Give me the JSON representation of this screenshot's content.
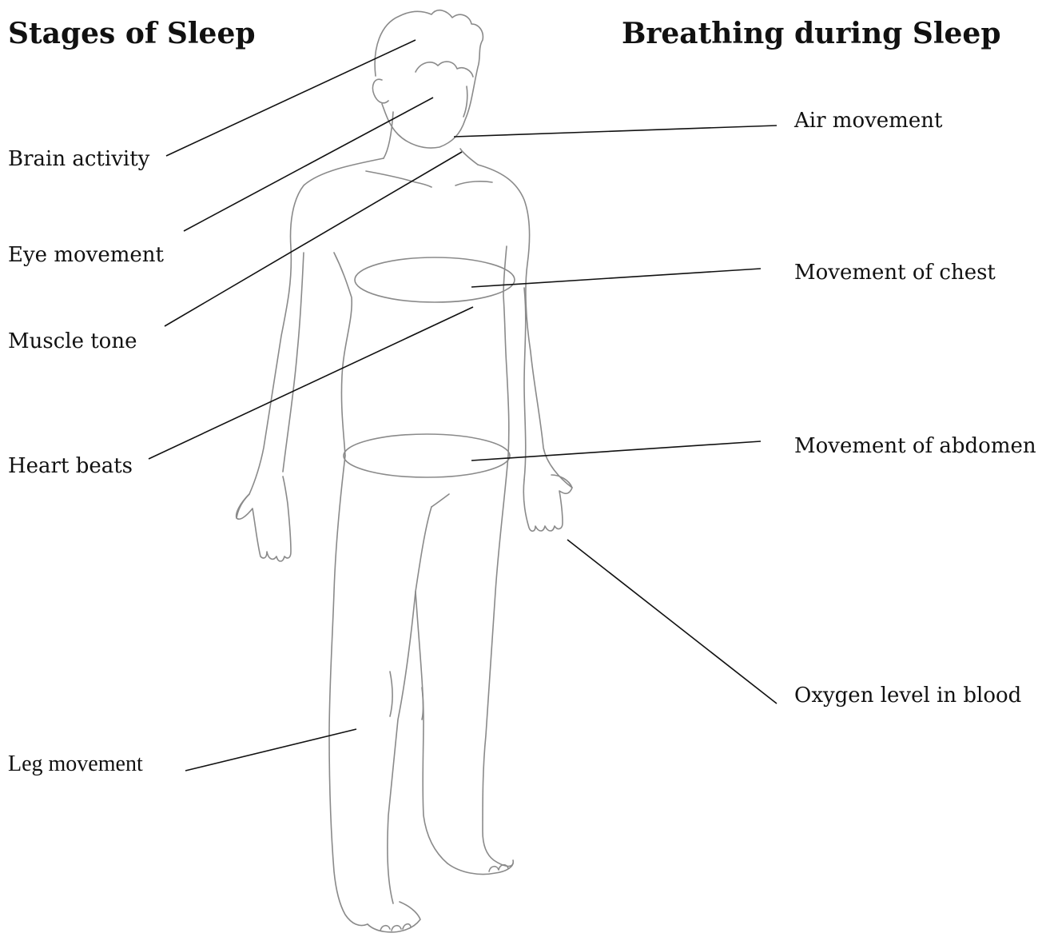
{
  "headings": {
    "left": "Stages of Sleep",
    "right": "Breathing during Sleep"
  },
  "labels": {
    "brain_activity": "Brain activity",
    "eye_movement": "Eye movement",
    "muscle_tone": "Muscle tone",
    "heart_beats": "Heart beats",
    "leg_movement": "Leg movement",
    "air_movement": "Air movement",
    "movement_of_chest": "Movement of chest",
    "movement_of_abdomen": "Movement of abdomen",
    "oxygen_level_in_blood": "Oxygen level in blood"
  },
  "colors": {
    "outline": "#8a8a8a",
    "leader_line": "#111111",
    "text": "#111111"
  }
}
